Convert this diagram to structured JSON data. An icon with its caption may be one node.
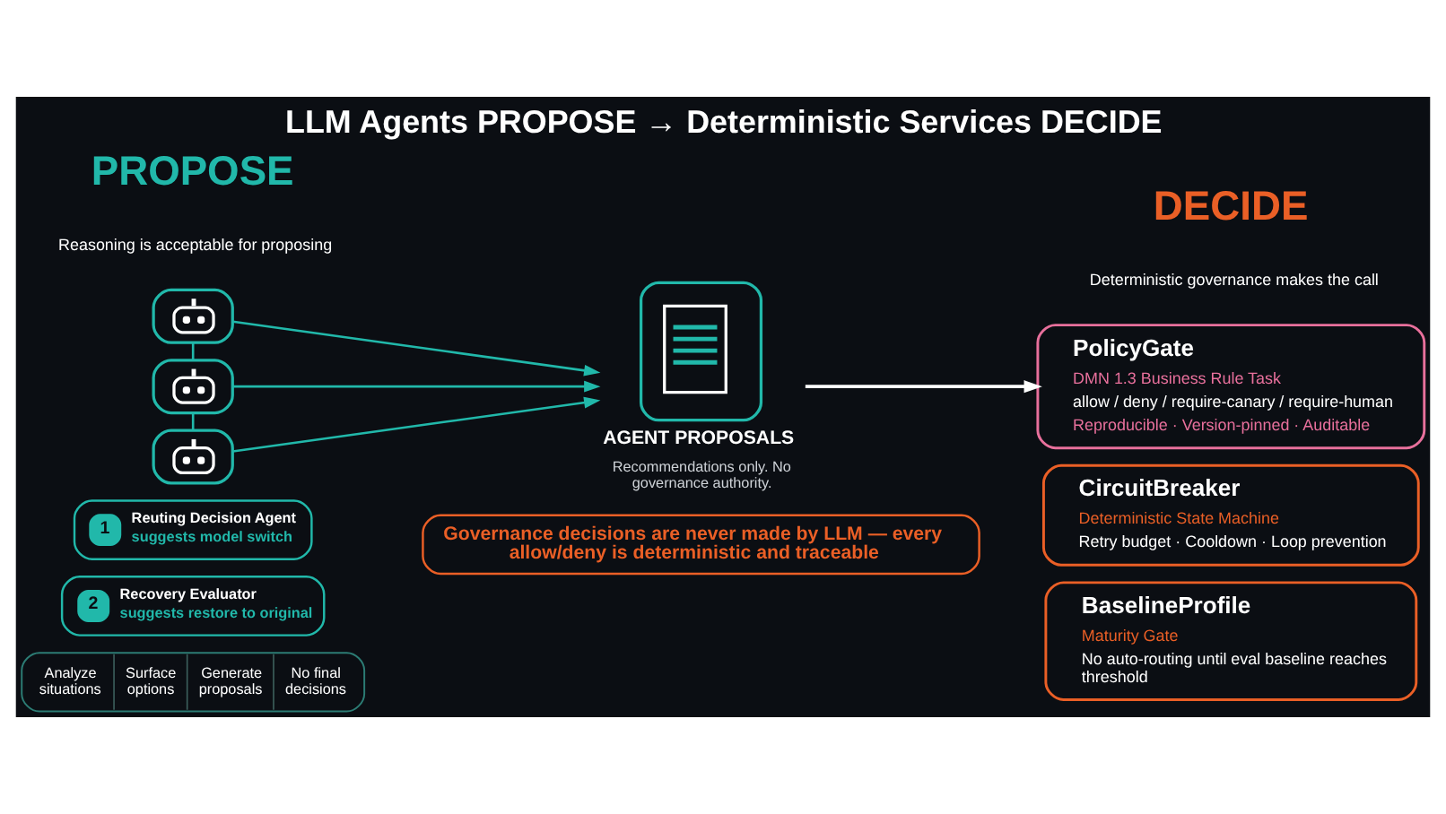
{
  "diagram": {
    "title": "LLM Agents PROPOSE → Deterministic Services DECIDE",
    "nodes": [
      {
        "text": [],
        "shape": "picture"
      },
      {
        "text": [],
        "shape": "picture"
      },
      {
        "text": [],
        "shape": "picture"
      },
      {
        "text": [
          "AGENT PROPOSALS",
          "Recommendations only. No governance authority."
        ]
      },
      {
        "text": [
          "1",
          "Reuting Decision Agent",
          "suggests model switch"
        ]
      },
      {
        "text": [
          "2",
          "Recovery Evaluator",
          "suggests restore to original"
        ]
      },
      {
        "text": [
          "Analyze situations",
          "Surface options",
          "Generate proposals",
          "No final decisions"
        ]
      },
      {
        "text": [
          "PolicyGate",
          "DMN 1.3 Business Rule Task",
          "allow / deny / require-canary / require-human",
          "Reproducible · Version-pinned · Auditable"
        ]
      },
      {
        "text": [
          "CircuitBreaker",
          "Deterministic State Machine",
          "Retry budget · Cooldown · Loop prevention"
        ]
      },
      {
        "text": [
          "BaselineProfile",
          "Maturity Gate",
          "No auto-routing until eval baseline reaches threshold"
        ]
      },
      {
        "text": [
          "Governance decisions are never made by LLM — every allow/deny is deterministic and traceable"
        ]
      }
    ],
    "edges": [
      {
        "from": 0,
        "to": 1,
        "arrow": "none"
      },
      {
        "from": 1,
        "to": 2,
        "arrow": "none"
      },
      {
        "from": 0,
        "to": 3,
        "arrow": "to"
      },
      {
        "from": 1,
        "to": 3,
        "arrow": "to"
      },
      {
        "from": 2,
        "to": 3,
        "arrow": "to"
      },
      {
        "from": 3,
        "to": 7,
        "arrow": "to",
        "color": "#ffffff"
      }
    ],
    "labels": [
      "PROPOSE",
      "Reasoning is acceptable for proposing",
      "DECIDE",
      "Deterministic governance makes the call"
    ]
  }
}
